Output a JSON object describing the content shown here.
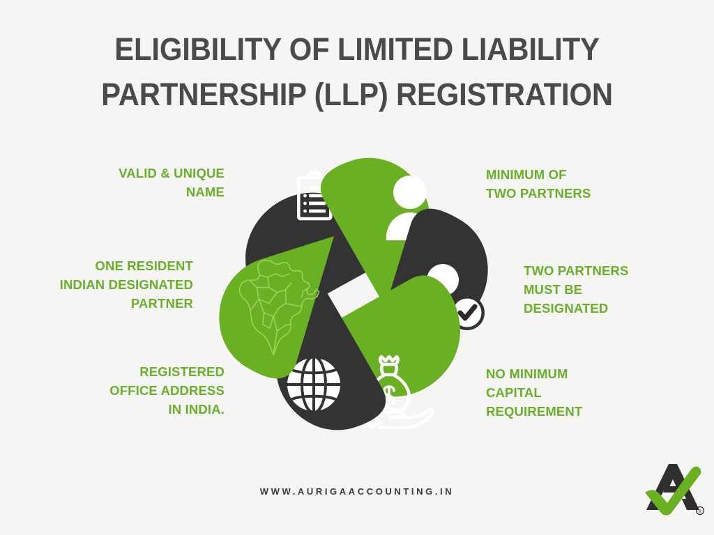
{
  "page": {
    "background_color": "#f5f5f4",
    "title": "ELIGIBILITY OF LIMITED LIABILITY\nPARTNERSHIP (LLP) REGISTRATION",
    "title_color": "#4a4a4a"
  },
  "theme": {
    "green": "#6ab023",
    "label_green": "#6aaf2a",
    "dark": "#333333",
    "white": "#ffffff",
    "map_outline": "#9fd35c"
  },
  "labels": {
    "valid_unique_name": "VALID & UNIQUE\nNAME",
    "one_resident_partner": "ONE RESIDENT\nINDIAN DESIGNATED\nPARTNER",
    "registered_office": "REGISTERED\nOFFICE ADDRESS\nIN INDIA.",
    "minimum_two_partners": "MINIMUM OF\nTWO PARTNERS",
    "two_partners_designated": "TWO PARTNERS\nMUST BE\nDESIGNATED",
    "no_minimum_capital": "NO MINIMUM\nCAPITAL\nREQUIREMENT"
  },
  "segments": [
    {
      "id": "top-left",
      "color": "#333333",
      "icon": "clipboard-checklist-icon",
      "label_key": "valid_unique_name"
    },
    {
      "id": "top-right",
      "color": "#6ab023",
      "icon": "person-icon",
      "label_key": "minimum_two_partners"
    },
    {
      "id": "right",
      "color": "#333333",
      "icon": "person-verified-icon",
      "label_key": "two_partners_designated"
    },
    {
      "id": "bottom-right",
      "color": "#6ab023",
      "icon": "money-bag-in-hand-icon",
      "label_key": "no_minimum_capital"
    },
    {
      "id": "bottom-left",
      "color": "#333333",
      "icon": "globe-icon",
      "label_key": "registered_office"
    },
    {
      "id": "left",
      "color": "#6ab023",
      "icon": "india-map-icon",
      "label_key": "one_resident_partner"
    }
  ],
  "footer": {
    "url": "WWW.AURIGAACCOUNTING.IN",
    "logo": {
      "name": "auriga-accounting-logo",
      "mark": "letter-A-with-checkmark",
      "registered_symbol": "®"
    }
  }
}
